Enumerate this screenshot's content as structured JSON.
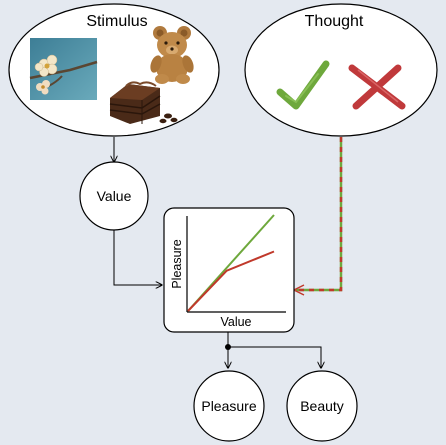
{
  "nodes": {
    "stimulus": {
      "label": "Stimulus"
    },
    "thought": {
      "label": "Thought"
    },
    "value": {
      "label": "Value"
    },
    "pleasure": {
      "label": "Pleasure"
    },
    "beauty": {
      "label": "Beauty"
    }
  },
  "stimulus_images": [
    "flower-photo",
    "teddy-bear",
    "chocolate-cake"
  ],
  "thought_icons": [
    {
      "name": "checkmark-icon",
      "color": "#6ea83c"
    },
    {
      "name": "cross-icon",
      "color": "#c0393b"
    }
  ],
  "inset_plot": {
    "xlabel": "Value",
    "ylabel": "Pleasure"
  },
  "chart_data": {
    "type": "line",
    "xlabel": "Value",
    "ylabel": "Pleasure",
    "series": [
      {
        "color": "#6ea83c",
        "x": [
          0,
          1
        ],
        "y": [
          0,
          1
        ]
      },
      {
        "color": "#c0392b",
        "x": [
          0,
          0.45,
          1
        ],
        "y": [
          0,
          0.42,
          0.62
        ]
      }
    ]
  },
  "colors": {
    "background": "#e4e9f0",
    "green": "#6ea83c",
    "red": "#c0392b",
    "line": "#000000"
  }
}
